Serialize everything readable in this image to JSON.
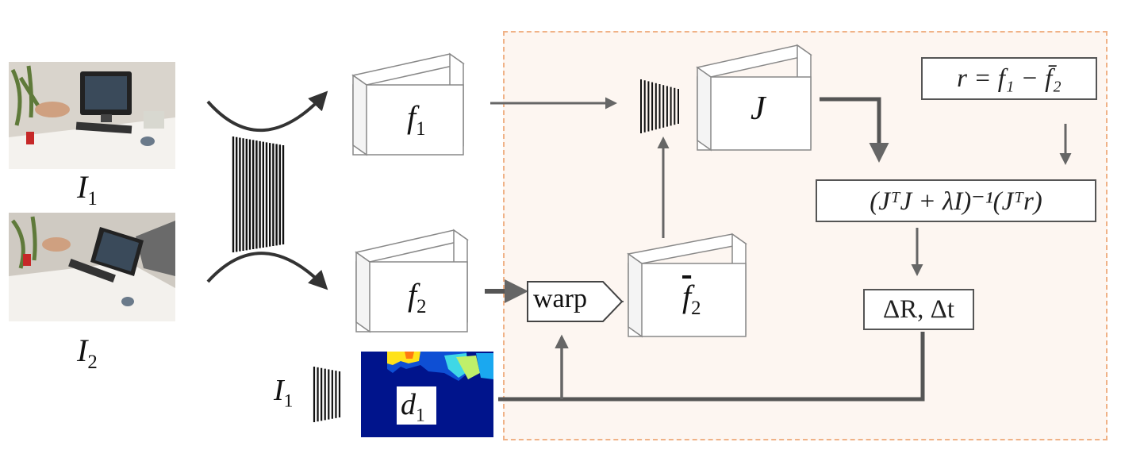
{
  "inputs": {
    "image1_label": "I",
    "image1_sub": "1",
    "image2_label": "I",
    "image2_sub": "2",
    "depth_input_label": "I",
    "depth_input_sub": "1"
  },
  "features": {
    "f1_label": "f",
    "f1_sub": "1",
    "f2_label": "f",
    "f2_sub": "2",
    "f2_warped_label": "f",
    "f2_warped_sub": "2",
    "jacobian_label": "J"
  },
  "depth": {
    "label": "d",
    "sub": "1"
  },
  "warp": {
    "label": "warp"
  },
  "equations": {
    "residual": "r = f₁ − f̄₂",
    "update": "(JᵀJ +  λI)⁻¹(Jᵀr)",
    "pose": "ΔR, Δt"
  },
  "colors": {
    "optimization_border": "#f0b287",
    "optimization_fill": "#fdf6f1",
    "arrow": "#666666",
    "depth_background": "#00148c"
  }
}
